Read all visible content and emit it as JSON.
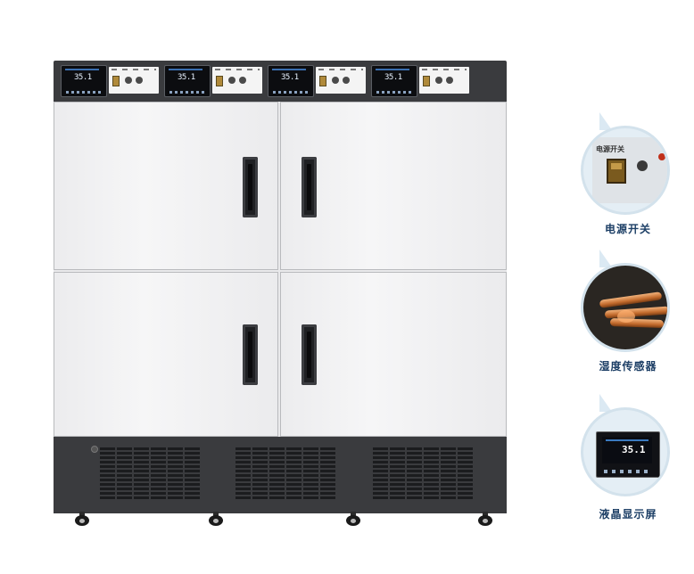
{
  "cabinet": {
    "controllers": [
      {
        "reading": "35.1"
      },
      {
        "reading": "35.1"
      },
      {
        "reading": "35.1"
      },
      {
        "reading": "35.1"
      }
    ]
  },
  "features": [
    {
      "label": "电源开关",
      "icon": "power-switch-closeup",
      "panel_text": "电源开关"
    },
    {
      "label": "湿度传感器",
      "icon": "humidity-sensor-closeup"
    },
    {
      "label": "液晶显示屏",
      "icon": "lcd-display-closeup",
      "reading": "35.1"
    }
  ],
  "colors": {
    "cabinet_dark": "#3a3b3e",
    "door": "#ececee",
    "label_blue": "#1d3f66",
    "bubble_ring": "#d3e2ec"
  }
}
